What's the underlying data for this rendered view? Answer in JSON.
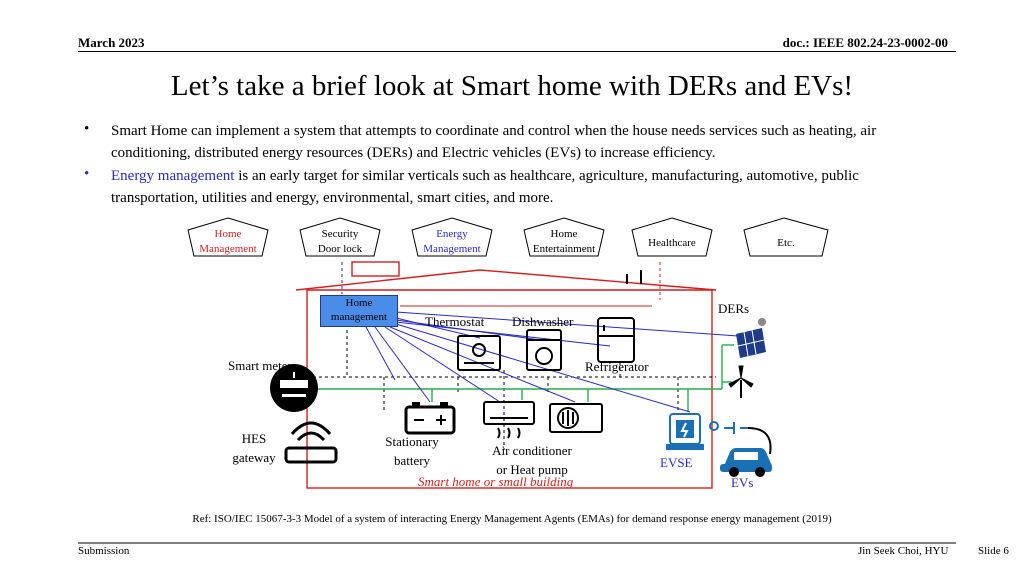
{
  "header": {
    "date": "March 2023",
    "doc_id": "doc.: IEEE 802.24-23-0002-00"
  },
  "title": "Let’s take a brief look at Smart home with DERs and EVs!",
  "bullets": [
    {
      "marker": "•",
      "text": "Smart Home can implement a system that attempts to coordinate and control when the house needs services such as heating, air conditioning, distributed energy resources (DERs) and Electric vehicles (EVs) to increase efficiency."
    },
    {
      "marker": "•",
      "highlight": "Energy management",
      "text": " is an early target for similar verticals such as healthcare, agriculture, manufacturing, automotive, public transportation, utilities and energy, environmental, smart cities, and more."
    }
  ],
  "verticals": [
    {
      "line1": "Home",
      "line2": "Management",
      "color": "#d62020"
    },
    {
      "line1": "Security",
      "line2": "Door lock",
      "color": "#000000"
    },
    {
      "line1": "Energy",
      "line2": "Management",
      "color": "#2a2ac8"
    },
    {
      "line1": "Home",
      "line2": "Entertainment",
      "color": "#000000"
    },
    {
      "line1": "Healthcare",
      "line2": "",
      "color": "#000000"
    },
    {
      "line1": "Etc.",
      "line2": "",
      "color": "#000000"
    }
  ],
  "diagram": {
    "home_management_box": {
      "line1": "Home",
      "line2": "management"
    },
    "thermostat": "Thermostat",
    "dishwasher": "Dishwasher",
    "refrigerator": "Refrigerator",
    "smart_meter": "Smart meter",
    "hes_gateway": {
      "line1": "HES",
      "line2": "gateway"
    },
    "stationary_battery": {
      "line1": "Stationary",
      "line2": "battery"
    },
    "air_conditioner": {
      "line1": "Air conditioner",
      "line2": "or Heat pump"
    },
    "evse": "EVSE",
    "ders": "DERs",
    "evs": "EVs",
    "building_caption": "Smart home or small building",
    "colors": {
      "house": "#d62020",
      "power_line": "#22b04a",
      "signal": "#2a2ac8",
      "accent_blue": "#2a2ac8"
    }
  },
  "reference": "Ref: ISO/IEC 15067-3-3 Model of a system of interacting Energy Management Agents (EMAs) for demand response energy management (2019)",
  "footer": {
    "left": "Submission",
    "author": "Jin Seek Choi, HYU",
    "slide": "Slide 6"
  }
}
